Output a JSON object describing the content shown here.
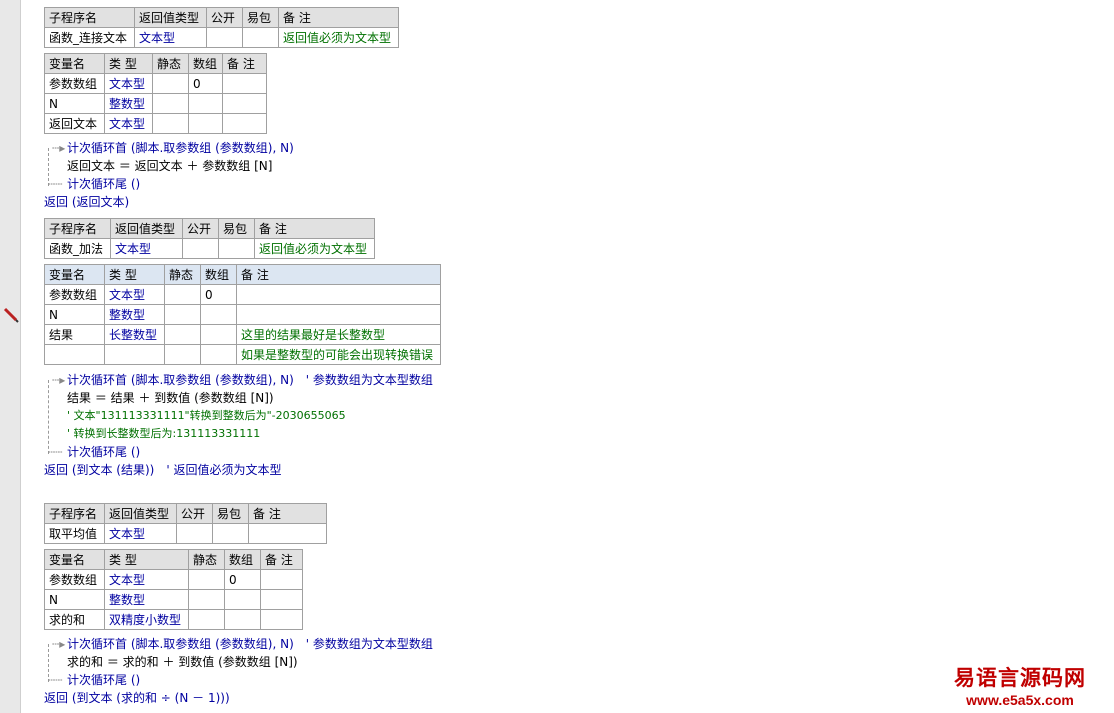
{
  "routines": [
    {
      "header": [
        "子程序名",
        "返回值类型",
        "公开",
        "易包",
        "备 注"
      ],
      "row": [
        "函数_连接文本",
        "文本型",
        "",
        "",
        "返回值必须为文本型"
      ],
      "var_header": [
        "变量名",
        "类 型",
        "静态",
        "数组",
        "备 注"
      ],
      "vars": [
        [
          "参数数组",
          "文本型",
          "",
          "0",
          ""
        ],
        [
          "N",
          "整数型",
          "",
          "",
          ""
        ],
        [
          "返回文本",
          "文本型",
          "",
          "",
          ""
        ]
      ],
      "code": [
        "计次循环首 (脚本.取参数组 (参数数组), N)",
        "返回文本 ＝ 返回文本 ＋ 参数数组 [N]",
        "计次循环尾 ()",
        "返回 (返回文本)"
      ]
    },
    {
      "header": [
        "子程序名",
        "返回值类型",
        "公开",
        "易包",
        "备 注"
      ],
      "row": [
        "函数_加法",
        "文本型",
        "",
        "",
        "返回值必须为文本型"
      ],
      "var_header": [
        "变量名",
        "类 型",
        "静态",
        "数组",
        "备 注"
      ],
      "vars": [
        [
          "参数数组",
          "文本型",
          "",
          "0",
          ""
        ],
        [
          "N",
          "整数型",
          "",
          "",
          ""
        ],
        [
          "结果",
          "长整数型",
          "",
          "",
          "这里的结果最好是长整数型"
        ],
        [
          "",
          "",
          "",
          "",
          "如果是整数型的可能会出现转换错误"
        ]
      ],
      "code": [
        "计次循环首 (脚本.取参数组 (参数数组), N)　' 参数数组为文本型数组",
        "结果 ＝ 结果 ＋ 到数值 (参数数组 [N])",
        "' 文本\"131113331111\"转换到整数后为\"-2030655065",
        "' 转换到长整数型后为:131113331111",
        "计次循环尾 ()",
        "返回 (到文本 (结果))　' 返回值必须为文本型"
      ]
    },
    {
      "header": [
        "子程序名",
        "返回值类型",
        "公开",
        "易包",
        "备 注"
      ],
      "row": [
        "取平均值",
        "文本型",
        "",
        "",
        ""
      ],
      "var_header": [
        "变量名",
        "类 型",
        "静态",
        "数组",
        "备 注"
      ],
      "vars": [
        [
          "参数数组",
          "文本型",
          "",
          "0",
          ""
        ],
        [
          "N",
          "整数型",
          "",
          "",
          ""
        ],
        [
          "求的和",
          "双精度小数型",
          "",
          "",
          ""
        ]
      ],
      "code": [
        "计次循环首 (脚本.取参数组 (参数数组), N)　' 参数数组为文本型数组",
        "求的和 ＝ 求的和 ＋ 到数值 (参数数组 [N])",
        "计次循环尾 ()",
        "返回 (到文本 (求的和 ÷ (N － 1)))"
      ]
    }
  ],
  "watermark": {
    "title": "易语言源码网",
    "url": "www.e5a5x.com"
  },
  "colors": {
    "type_text": "#0000a0",
    "note_text": "#007000",
    "command_text": "#7a0000",
    "header_bg": "#e1e1e1"
  }
}
